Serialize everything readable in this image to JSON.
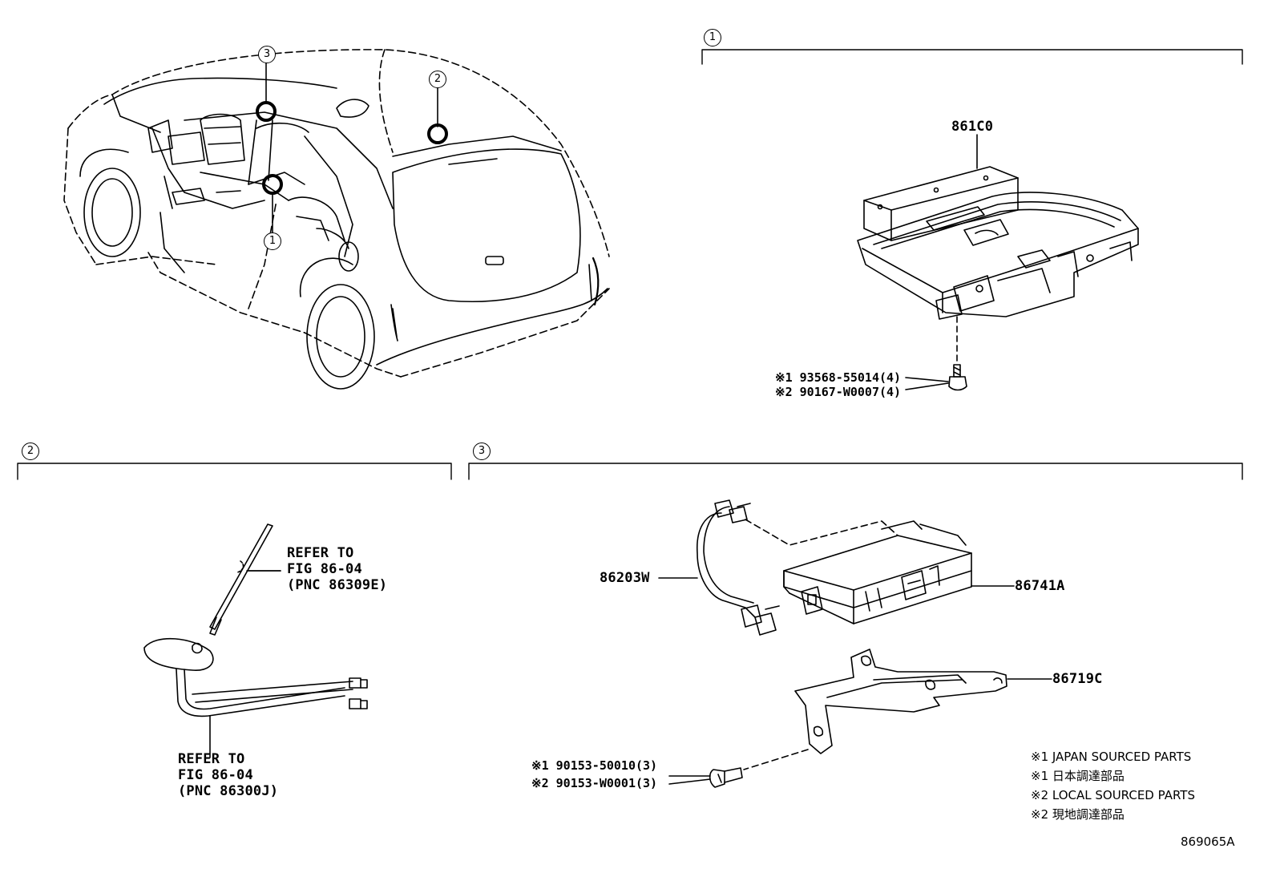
{
  "callouts": {
    "c1": "1",
    "c2": "2",
    "c3": "3"
  },
  "sections": [
    {
      "num": "1"
    },
    {
      "num": "2"
    },
    {
      "num": "3"
    }
  ],
  "parts": {
    "p861c0": "861C0",
    "p86203w": "86203W",
    "p86741a": "86741A",
    "p86719c": "86719C"
  },
  "screws_section1": [
    "※1 93568-55014(4)",
    "※2 90167-W0007(4)"
  ],
  "screws_section3": [
    "※1 90153-50010(3)",
    "※2 90153-W0001(3)"
  ],
  "refer_antenna_rod": [
    "REFER TO",
    "FIG 86-04",
    "(PNC 86309E)"
  ],
  "refer_antenna_base": [
    "REFER TO",
    "FIG 86-04",
    "(PNC 86300J)"
  ],
  "notes": [
    "※1 JAPAN SOURCED PARTS",
    "※1 日本調達部品",
    "※2 LOCAL SOURCED PARTS",
    "※2 現地調達部品"
  ],
  "diagram_code": "869065A"
}
